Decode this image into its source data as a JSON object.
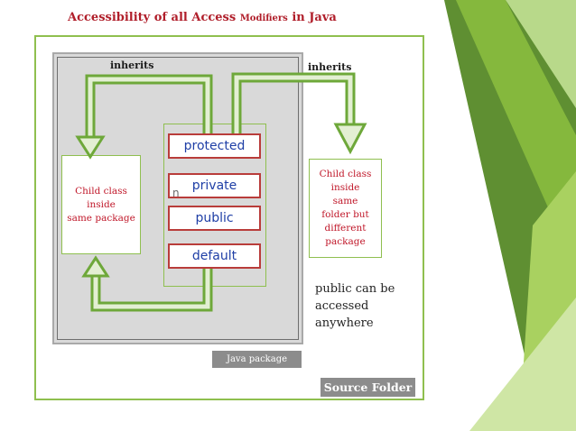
{
  "title": {
    "main": "Accessibility of all Access",
    "modifiers": "Modifiers",
    "tail": "in Java"
  },
  "labels": {
    "inherits_left": "inherits",
    "inherits_right": "inherits"
  },
  "modifiers": {
    "protected": "protected",
    "private": "private",
    "public": "public",
    "default": "default"
  },
  "stray_glyph": "n",
  "child_same_package": [
    "Child class",
    "inside",
    "same package"
  ],
  "child_different_package": [
    "Child class",
    "inside",
    "same",
    "folder but",
    "different",
    "package"
  ],
  "public_note": [
    "public  can be",
    "accessed",
    "anywhere"
  ],
  "java_package_label": "Java package",
  "source_folder_label": "Source Folder",
  "colors": {
    "title": "#b01e2a",
    "arrow_green": "#6ea83a",
    "modifier_text": "#1f3fa6",
    "modifier_border": "#b93c3a",
    "child_text": "#c0182a",
    "label_bg": "#8c8c8c"
  }
}
